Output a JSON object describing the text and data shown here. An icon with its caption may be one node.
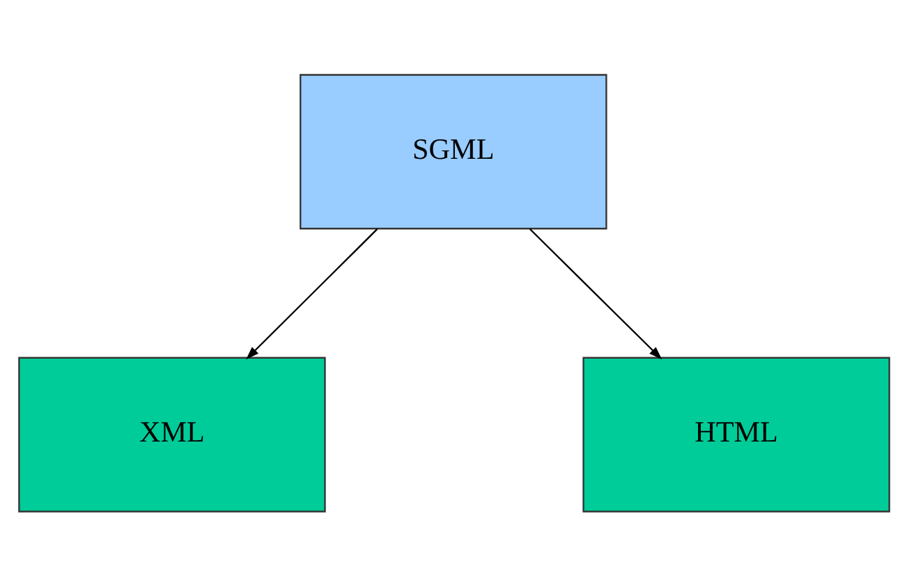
{
  "diagram": {
    "nodes": [
      {
        "text": [
          "SGML"
        ]
      },
      {
        "text": [
          "XML"
        ]
      },
      {
        "text": [
          "HTML"
        ]
      }
    ],
    "edges": [
      {
        "from": 0,
        "to": 1,
        "arrow": "to"
      },
      {
        "from": 0,
        "to": 2,
        "arrow": "to"
      }
    ]
  }
}
